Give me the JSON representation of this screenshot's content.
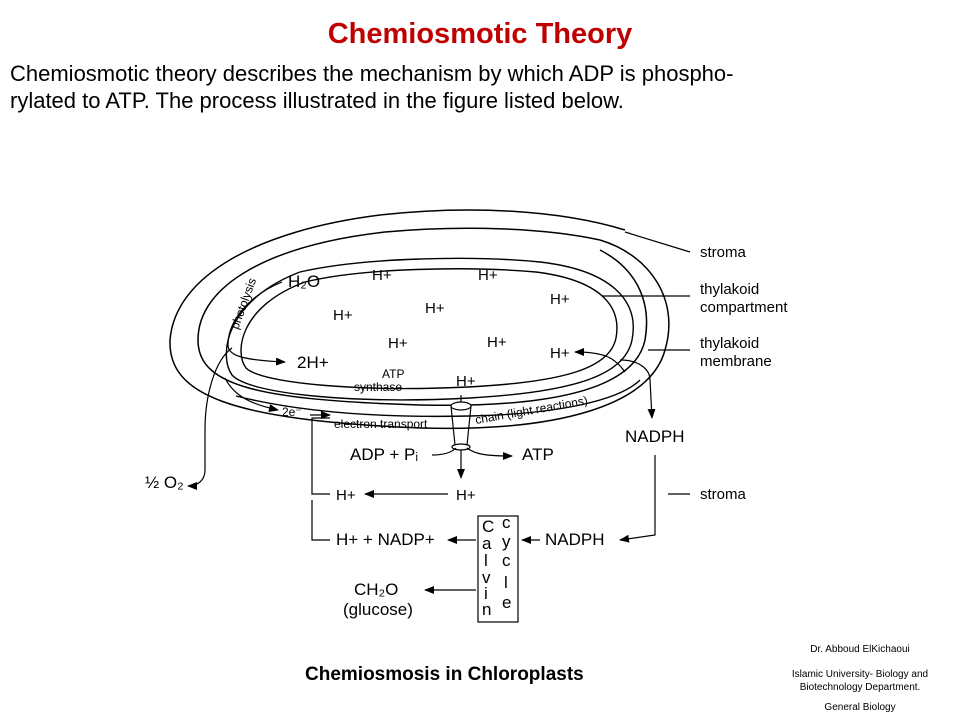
{
  "slide": {
    "title": "Chemiosmotic Theory",
    "intro_line1": "Chemiosmotic theory describes the mechanism by which ADP is  phospho-",
    "intro_line2": "rylated to ATP. The process illustrated in the figure listed below."
  },
  "diagram": {
    "caption": "Chemiosmosis in Chloroplasts",
    "labels": {
      "stroma_top": "stroma",
      "thylakoid_compartment_1": "thylakoid",
      "thylakoid_compartment_2": "compartment",
      "thylakoid_membrane_1": "thylakoid",
      "thylakoid_membrane_2": "membrane",
      "stroma_bottom": "stroma",
      "photolysis": "photolysis",
      "h2o": "H₂O",
      "two_h": "2H+",
      "half_o2": "½ O₂",
      "two_e": "2e⁻",
      "electron_transport": "electron transport",
      "chain": "chain (light reactions)",
      "atp_synthase_1": "ATP",
      "atp_synthase_2": "synthase",
      "h_plus": "H+",
      "adp_pi": "ADP + Pᵢ",
      "atp": "ATP",
      "nadph_top": "NADPH",
      "nadph_bottom": "NADPH",
      "h_nadp": "H+ + NADP+",
      "ch2o": "CH₂O",
      "glucose": "(glucose)",
      "calvin": [
        "C",
        "a",
        "l",
        "v",
        "i",
        "n"
      ],
      "cycle": [
        "c",
        "y",
        "c",
        "l",
        "e"
      ]
    }
  },
  "credits": {
    "author": "Dr. Abboud ElKichaoui",
    "institution": "Islamic University- Biology and Biotechnology Department.",
    "course": "General Biology"
  }
}
